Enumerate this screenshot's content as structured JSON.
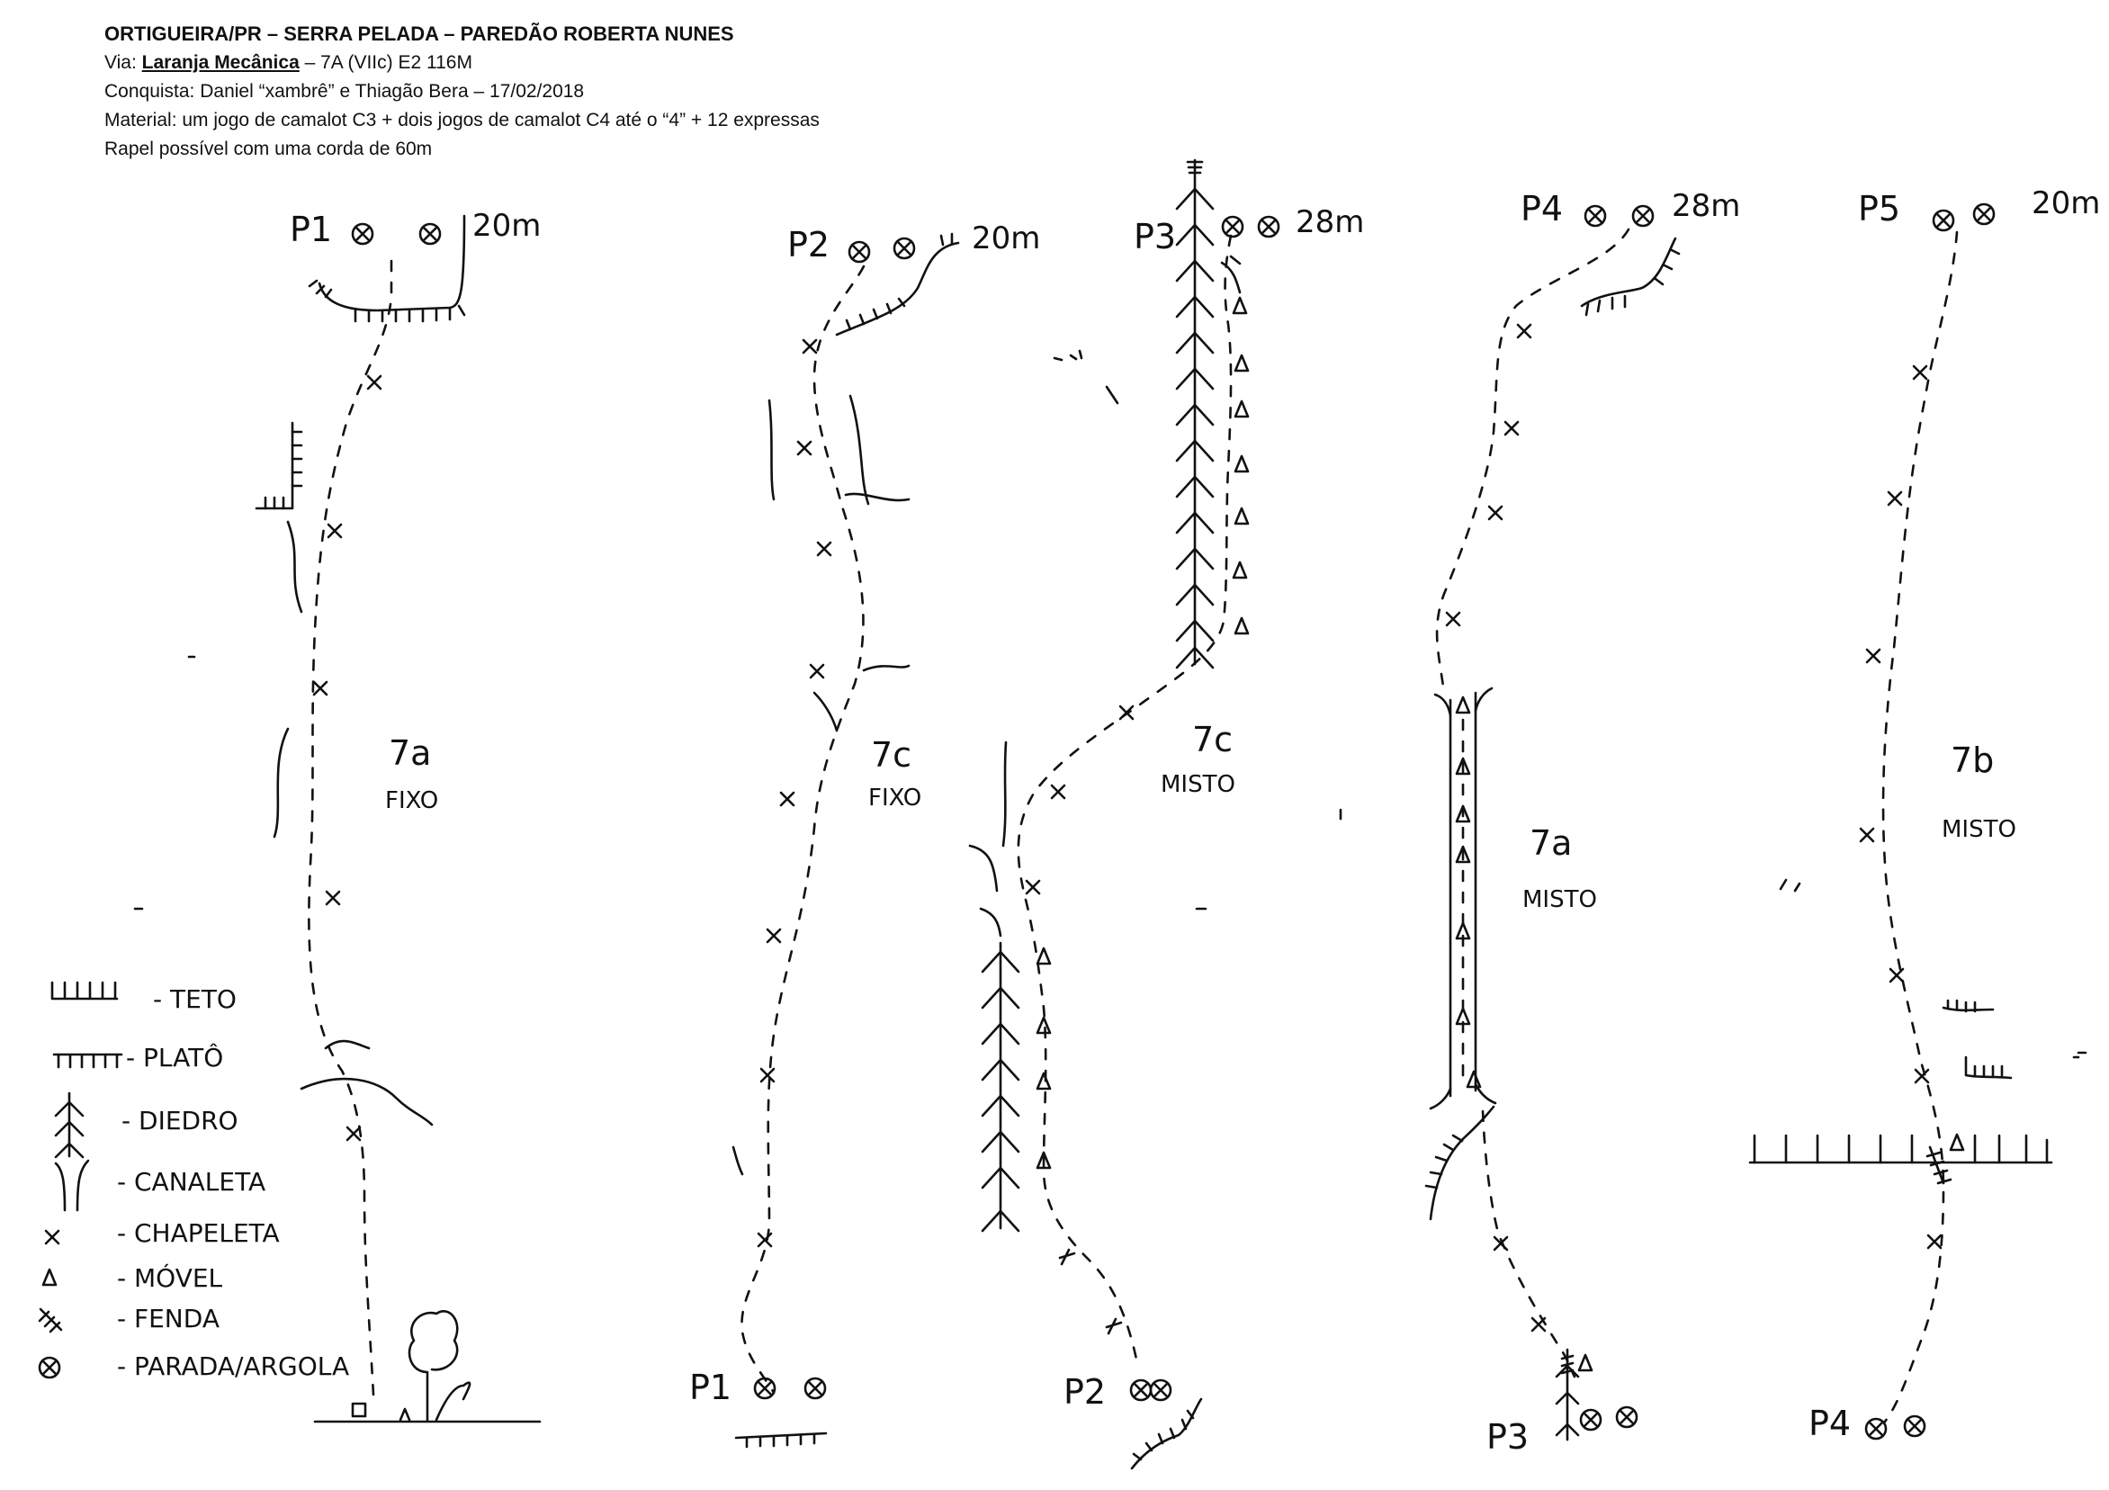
{
  "header": {
    "title": "ORTIGUEIRA/PR – SERRA PELADA – PAREDÃO ROBERTA NUNES",
    "via_prefix": "Via: ",
    "via_name": "Laranja Mecânica",
    "via_grade": " – 7A (VIIc) E2 116M",
    "conquista": "Conquista: Daniel “xambrê” e Thiagão Bera – 17/02/2018",
    "material": "Material: um jogo de camalot C3 + dois jogos de camalot C4 até o “4” + 12 expressas",
    "rapel": "Rapel possível com uma corda de 60m"
  },
  "pitches": [
    {
      "top": "P1",
      "length": "20m",
      "grade": "7a",
      "type": "FIXO",
      "bottom": ""
    },
    {
      "top": "P2",
      "length": "20m",
      "grade": "7c",
      "type": "FIXO",
      "bottom": "P1"
    },
    {
      "top": "P3",
      "length": "28m",
      "grade": "7c",
      "type": "MISTO",
      "bottom": "P2"
    },
    {
      "top": "P4",
      "length": "28m",
      "grade": "7a",
      "type": "MISTO",
      "bottom": "P3"
    },
    {
      "top": "P5",
      "length": "20m",
      "grade": "7b",
      "type": "MISTO",
      "bottom": "P4"
    }
  ],
  "legend": [
    {
      "symbol": "teto-icon",
      "label": "- TETO"
    },
    {
      "symbol": "plato-icon",
      "label": "- PLATÔ"
    },
    {
      "symbol": "diedro-icon",
      "label": "- DIEDRO"
    },
    {
      "symbol": "canaleta-icon",
      "label": "- CANALETA"
    },
    {
      "symbol": "chapeleta-icon",
      "label": "- CHAPELETA"
    },
    {
      "symbol": "movel-icon",
      "label": "- MÓVEL"
    },
    {
      "symbol": "fenda-icon",
      "label": "- FENDA"
    },
    {
      "symbol": "parada-icon",
      "label": "- PARADA/ARGOLA"
    }
  ]
}
